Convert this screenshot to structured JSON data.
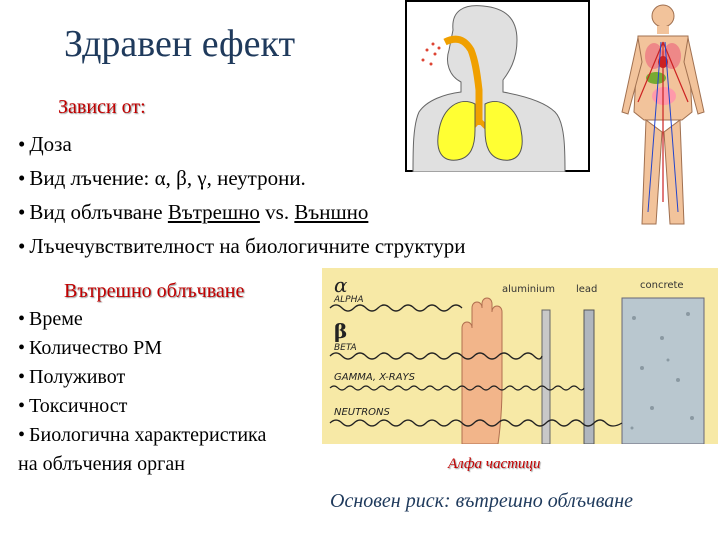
{
  "title": "Здравен ефект",
  "depends": {
    "heading": "Зависи от:",
    "items": [
      {
        "bullet": "•",
        "text": "Доза"
      },
      {
        "bullet": "•",
        "text": "Вид лъчение: α, β, γ, неутрони."
      },
      {
        "bullet": "•",
        "pre": "Вид облъчване ",
        "u1": "Вътрешно",
        "mid": " vs. ",
        "u2": "Външно"
      },
      {
        "bullet": "•",
        "text": "Лъчечувствителност на биологичните структури"
      }
    ]
  },
  "internal": {
    "heading": "Вътрешно облъчване",
    "items": [
      {
        "bullet": "•",
        "text": "Време"
      },
      {
        "bullet": "•",
        "text": "Количество РМ"
      },
      {
        "bullet": "•",
        "text": "Полуживот"
      },
      {
        "bullet": "•",
        "text": "Токсичност"
      },
      {
        "bullet": "•",
        "text": "Биологична характеристика"
      }
    ],
    "last_line": "на облъчения орган"
  },
  "diagram": {
    "labels": {
      "alpha_sym": "α",
      "alpha": "ALPHA",
      "beta_sym": "β",
      "beta": "BETA",
      "gamma": "GAMMA, X-RAYS",
      "neutrons": "NEUTRONS",
      "aluminium": "aluminium",
      "lead": "lead",
      "concrete": "concrete"
    },
    "caption": "Алфа частици"
  },
  "risk": "Основен риск: вътрешно облъчване",
  "colors": {
    "title": "#1f3a5c",
    "heading_red": "#c00000",
    "panel_bg": "#f7e9a6",
    "lung": "#ffff33"
  }
}
